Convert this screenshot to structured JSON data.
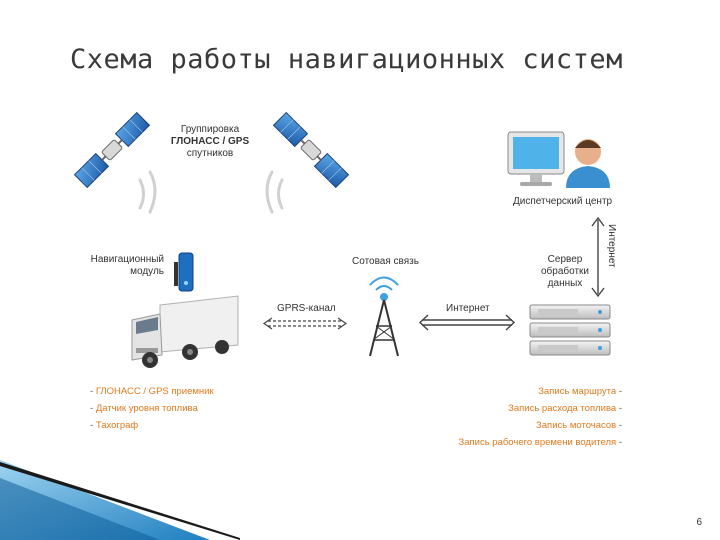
{
  "title": "Схема работы навигационных систем",
  "satellites": {
    "label_line1": "Группировка",
    "label_line2": "ГЛОНАСС / GPS",
    "label_line3": "спутников"
  },
  "dispatch_center": {
    "label": "Диспетчерский центр"
  },
  "internet_vertical": {
    "label": "Интернет"
  },
  "server": {
    "label_line1": "Сервер",
    "label_line2": "обработки",
    "label_line3": "данных"
  },
  "nav_module": {
    "label_line1": "Навигационный",
    "label_line2": "модуль"
  },
  "cellular": {
    "label": "Сотовая связь"
  },
  "gprs": {
    "label": "GPRS-канал"
  },
  "internet_horizontal": {
    "label": "Интернет"
  },
  "left_list": [
    "ГЛОНАСС / GPS приемник",
    "Датчик уровня топлива",
    "Тахограф"
  ],
  "right_list": [
    "Запись маршрута",
    "Запись расхода топлива",
    "Запись моточасов",
    "Запись рабочего времени водителя"
  ],
  "page_number": "6",
  "colors": {
    "accent_list_text": "#e07a1f",
    "corner_blue": "#2a8fc8",
    "title_text": "#3a3a3a"
  }
}
